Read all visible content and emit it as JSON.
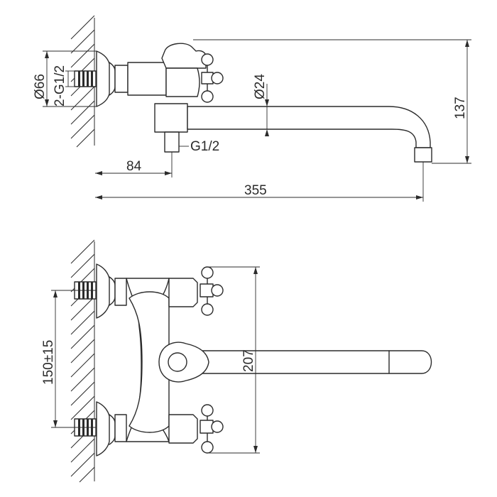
{
  "dimensions": {
    "outer_diameter": "Ø66",
    "inlet_thread": "2-G1/2",
    "spout_diameter": "Ø24",
    "outlet_thread": "G1/2",
    "height": "137",
    "inlet_to_outlet": "84",
    "total_length": "355",
    "center_spacing": "150±15",
    "handle_span": "207"
  },
  "colors": {
    "line": "#2b2b2b",
    "background": "#ffffff"
  }
}
